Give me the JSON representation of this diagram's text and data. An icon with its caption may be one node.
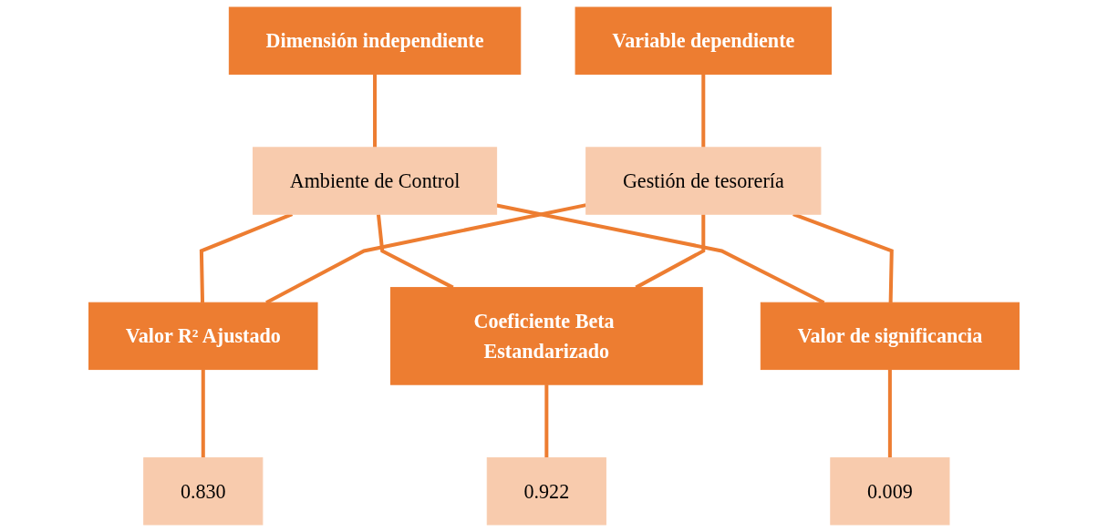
{
  "diagram": {
    "nodes": [
      {
        "text": [
          "Dimensión independiente"
        ]
      },
      {
        "text": [
          "Ambiente de Control"
        ]
      },
      {
        "text": [
          "Variable dependiente"
        ]
      },
      {
        "text": [
          "Gestión de tesorería"
        ]
      },
      {
        "text": [
          "Valor R² Ajustado"
        ]
      },
      {
        "text": [
          "Coeficiente Beta Estandarizado"
        ]
      },
      {
        "text": [
          "Valor de significancia"
        ]
      },
      {
        "text": [
          "0.830"
        ]
      },
      {
        "text": [
          "0.922"
        ]
      },
      {
        "text": [
          "0.009"
        ]
      }
    ],
    "edges": [
      {
        "from": 0,
        "to": 1,
        "arrow": "none"
      },
      {
        "from": 2,
        "to": 3,
        "arrow": "none"
      },
      {
        "from": 1,
        "to": 4,
        "arrow": "none"
      },
      {
        "from": 1,
        "to": 5,
        "arrow": "none"
      },
      {
        "from": 1,
        "to": 6,
        "arrow": "none"
      },
      {
        "from": 3,
        "to": 4,
        "arrow": "none"
      },
      {
        "from": 3,
        "to": 5,
        "arrow": "none"
      },
      {
        "from": 3,
        "to": 6,
        "arrow": "none"
      },
      {
        "from": 4,
        "to": 7,
        "arrow": "none"
      },
      {
        "from": 5,
        "to": 8,
        "arrow": "none"
      },
      {
        "from": 6,
        "to": 9,
        "arrow": "none"
      }
    ]
  }
}
